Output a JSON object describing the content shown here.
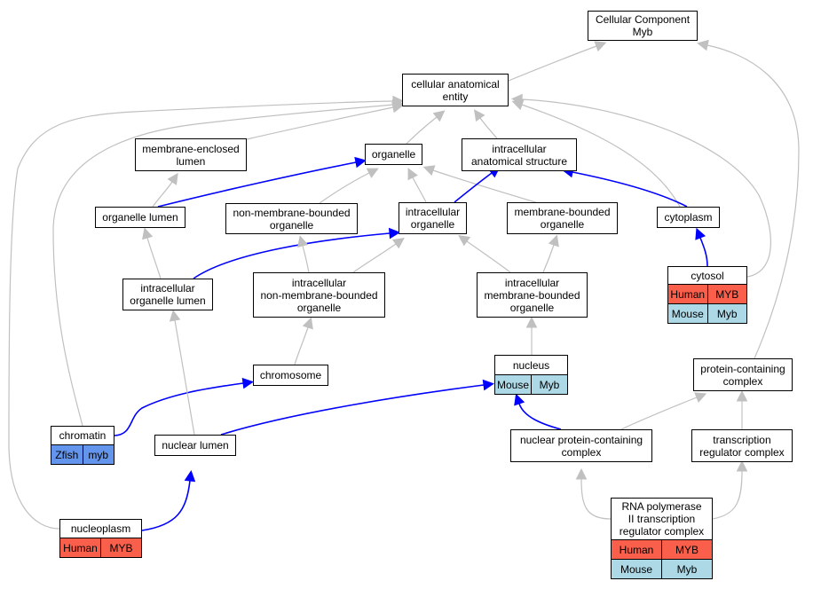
{
  "nodes": [
    {
      "id": "cellular-component-myb",
      "label": "Cellular Component\nMyb"
    },
    {
      "id": "cellular-anatomical-entity",
      "label": "cellular anatomical\nentity"
    },
    {
      "id": "membrane-enclosed-lumen",
      "label": "membrane-enclosed\nlumen"
    },
    {
      "id": "organelle",
      "label": "organelle"
    },
    {
      "id": "intracellular-anatomical-structure",
      "label": "intracellular\nanatomical structure"
    },
    {
      "id": "organelle-lumen",
      "label": "organelle lumen"
    },
    {
      "id": "non-membrane-bounded-organelle",
      "label": "non-membrane-bounded\norganelle"
    },
    {
      "id": "intracellular-organelle",
      "label": "intracellular\norganelle"
    },
    {
      "id": "membrane-bounded-organelle",
      "label": "membrane-bounded\norganelle"
    },
    {
      "id": "cytoplasm",
      "label": "cytoplasm"
    },
    {
      "id": "intracellular-organelle-lumen",
      "label": "intracellular\norganelle lumen"
    },
    {
      "id": "intracellular-non-membrane-bounded-organelle",
      "label": "intracellular\nnon-membrane-bounded\norganelle"
    },
    {
      "id": "intracellular-membrane-bounded-organelle",
      "label": "intracellular\nmembrane-bounded\norganelle"
    },
    {
      "id": "cytosol",
      "label": "cytosol",
      "rows": [
        [
          "Human",
          "MYB"
        ],
        [
          "Mouse",
          "Myb"
        ]
      ]
    },
    {
      "id": "chromosome",
      "label": "chromosome"
    },
    {
      "id": "nucleus",
      "label": "nucleus",
      "rows": [
        [
          "Mouse",
          "Myb"
        ]
      ]
    },
    {
      "id": "protein-containing-complex",
      "label": "protein-containing\ncomplex"
    },
    {
      "id": "chromatin",
      "label": "chromatin",
      "rows": [
        [
          "Zfish",
          "myb"
        ]
      ]
    },
    {
      "id": "nuclear-lumen",
      "label": "nuclear lumen"
    },
    {
      "id": "nuclear-protein-containing-complex",
      "label": "nuclear protein-containing\ncomplex"
    },
    {
      "id": "transcription-regulator-complex",
      "label": "transcription\nregulator complex"
    },
    {
      "id": "nucleoplasm",
      "label": "nucleoplasm",
      "rows": [
        [
          "Human",
          "MYB"
        ]
      ]
    },
    {
      "id": "rna-pol-ii-complex",
      "label": "RNA polymerase\nII transcription\nregulator complex",
      "rows": [
        [
          "Human",
          "MYB"
        ],
        [
          "Mouse",
          "Myb"
        ]
      ]
    }
  ],
  "edges": [
    {
      "from": "cellular-anatomical-entity",
      "to": "cellular-component-myb",
      "kind": "is_a"
    },
    {
      "from": "protein-containing-complex",
      "to": "cellular-component-myb",
      "kind": "is_a"
    },
    {
      "from": "membrane-enclosed-lumen",
      "to": "cellular-anatomical-entity",
      "kind": "is_a"
    },
    {
      "from": "organelle",
      "to": "cellular-anatomical-entity",
      "kind": "is_a"
    },
    {
      "from": "intracellular-anatomical-structure",
      "to": "cellular-anatomical-entity",
      "kind": "is_a"
    },
    {
      "from": "cytoplasm",
      "to": "cellular-anatomical-entity",
      "kind": "is_a"
    },
    {
      "from": "cytosol",
      "to": "cellular-anatomical-entity",
      "kind": "is_a"
    },
    {
      "from": "chromatin",
      "to": "cellular-anatomical-entity",
      "kind": "is_a"
    },
    {
      "from": "nucleoplasm",
      "to": "cellular-anatomical-entity",
      "kind": "is_a"
    },
    {
      "from": "organelle-lumen",
      "to": "membrane-enclosed-lumen",
      "kind": "is_a"
    },
    {
      "from": "organelle-lumen",
      "to": "organelle",
      "kind": "part_of"
    },
    {
      "from": "non-membrane-bounded-organelle",
      "to": "organelle",
      "kind": "is_a"
    },
    {
      "from": "intracellular-organelle",
      "to": "organelle",
      "kind": "is_a"
    },
    {
      "from": "membrane-bounded-organelle",
      "to": "organelle",
      "kind": "is_a"
    },
    {
      "from": "intracellular-organelle",
      "to": "intracellular-anatomical-structure",
      "kind": "part_of"
    },
    {
      "from": "cytoplasm",
      "to": "intracellular-anatomical-structure",
      "kind": "part_of"
    },
    {
      "from": "intracellular-organelle-lumen",
      "to": "organelle-lumen",
      "kind": "is_a"
    },
    {
      "from": "intracellular-organelle-lumen",
      "to": "intracellular-organelle",
      "kind": "part_of"
    },
    {
      "from": "intracellular-non-membrane-bounded-organelle",
      "to": "non-membrane-bounded-organelle",
      "kind": "is_a"
    },
    {
      "from": "intracellular-non-membrane-bounded-organelle",
      "to": "intracellular-organelle",
      "kind": "is_a"
    },
    {
      "from": "intracellular-membrane-bounded-organelle",
      "to": "intracellular-organelle",
      "kind": "is_a"
    },
    {
      "from": "intracellular-membrane-bounded-organelle",
      "to": "membrane-bounded-organelle",
      "kind": "is_a"
    },
    {
      "from": "cytosol",
      "to": "cytoplasm",
      "kind": "part_of"
    },
    {
      "from": "chromosome",
      "to": "intracellular-non-membrane-bounded-organelle",
      "kind": "is_a"
    },
    {
      "from": "nucleus",
      "to": "intracellular-membrane-bounded-organelle",
      "kind": "is_a"
    },
    {
      "from": "chromatin",
      "to": "chromosome",
      "kind": "part_of"
    },
    {
      "from": "nuclear-lumen",
      "to": "intracellular-organelle-lumen",
      "kind": "is_a"
    },
    {
      "from": "nuclear-lumen",
      "to": "nucleus",
      "kind": "part_of"
    },
    {
      "from": "nuclear-protein-containing-complex",
      "to": "nucleus",
      "kind": "part_of"
    },
    {
      "from": "nuclear-protein-containing-complex",
      "to": "protein-containing-complex",
      "kind": "is_a"
    },
    {
      "from": "transcription-regulator-complex",
      "to": "protein-containing-complex",
      "kind": "is_a"
    },
    {
      "from": "nucleoplasm",
      "to": "nuclear-lumen",
      "kind": "part_of"
    },
    {
      "from": "rna-pol-ii-complex",
      "to": "nuclear-protein-containing-complex",
      "kind": "is_a"
    },
    {
      "from": "rna-pol-ii-complex",
      "to": "transcription-regulator-complex",
      "kind": "is_a"
    }
  ],
  "colors": {
    "is_a": "#c0c0c0",
    "part_of": "#0000ff",
    "Human": "#fa5f4b",
    "Mouse": "#add8e6",
    "Zfish": "#6495ed"
  }
}
